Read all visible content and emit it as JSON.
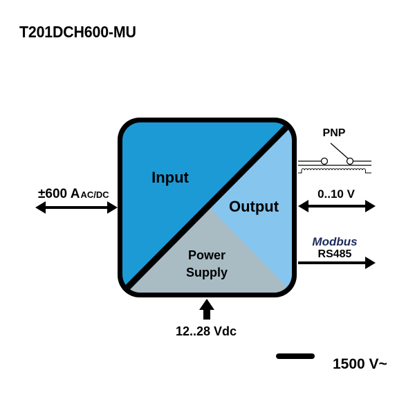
{
  "title": "T201DCH600-MU",
  "block": {
    "input_label": "Input",
    "output_label": "Output",
    "power_label_line1": "Power",
    "power_label_line2": "Supply",
    "colors": {
      "input": "#1c9ad6",
      "output": "#86c5ee",
      "power": "#a9bcc4",
      "border": "#000000"
    }
  },
  "input_signal": {
    "main": "±600 A",
    "sub": "AC/DC"
  },
  "outputs": {
    "pnp_label": "PNP",
    "analog_label": "0..10 V",
    "modbus_label": "Modbus",
    "modbus_color": "#1b2a5c",
    "rs485_label": "RS485"
  },
  "power": {
    "supply_label": "12..28 Vdc"
  },
  "isolation": {
    "label": "1500 V~"
  }
}
